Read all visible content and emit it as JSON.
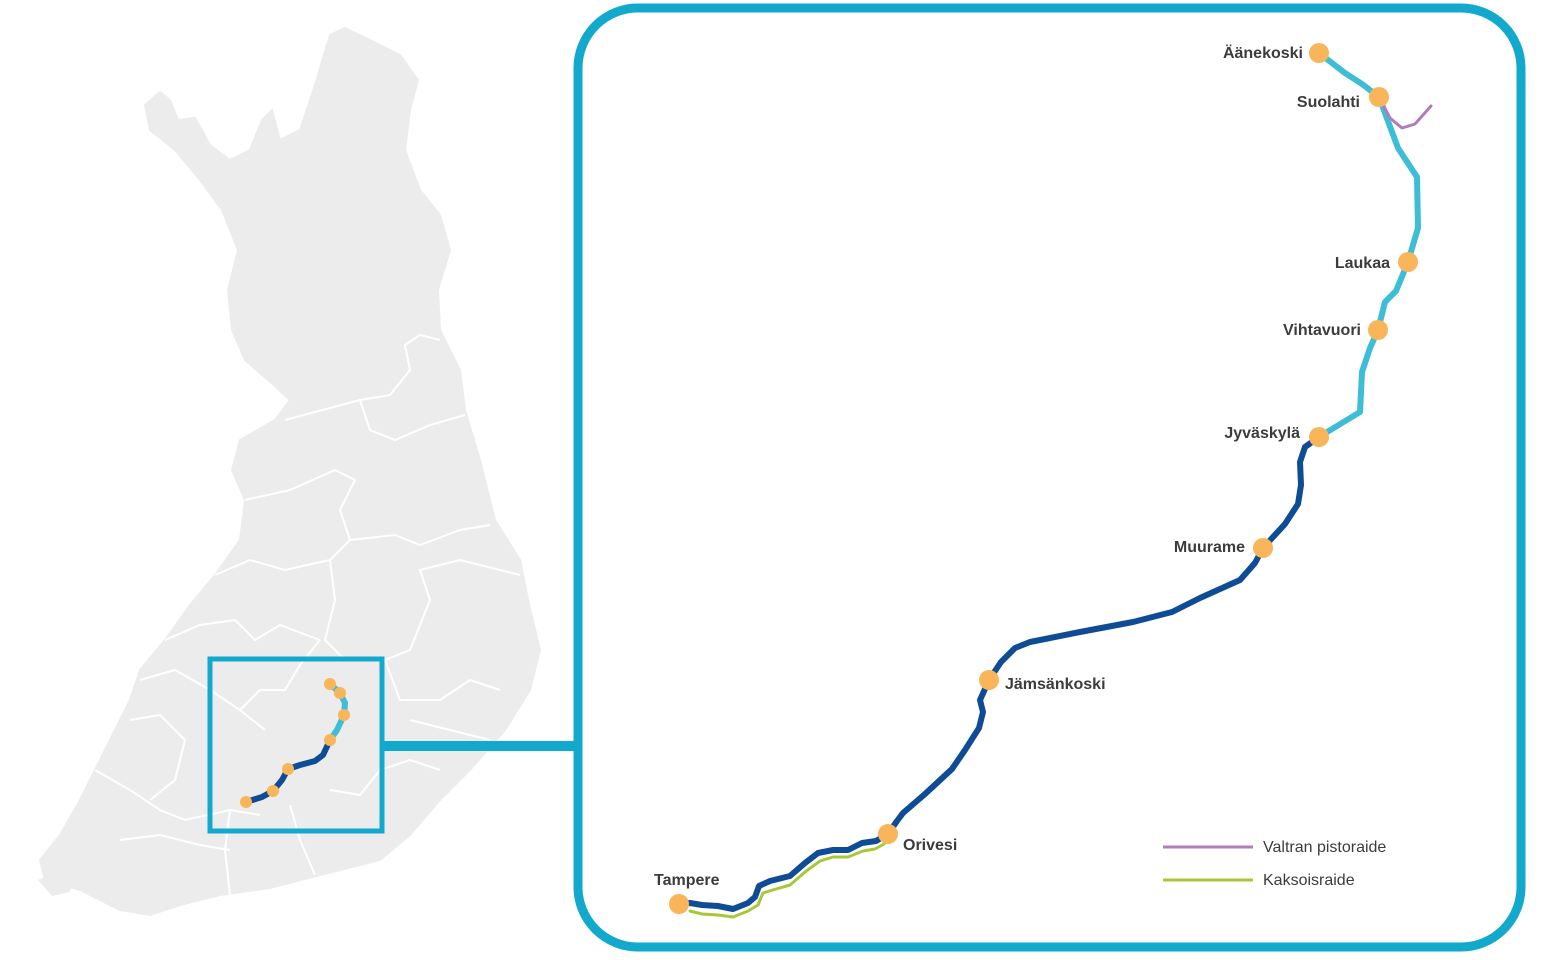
{
  "colors": {
    "land": "#ececec",
    "border": "#ffffff",
    "frame": "#12a9cc",
    "track_main": "#0e4c96",
    "track_north": "#3dbdd6",
    "valtra_spur": "#b07cbb",
    "double_track": "#a8c83a",
    "station": "#f8b559"
  },
  "stations": [
    {
      "id": "aanekoski",
      "name": "Äänekoski"
    },
    {
      "id": "suolahti",
      "name": "Suolahti"
    },
    {
      "id": "laukaa",
      "name": "Laukaa"
    },
    {
      "id": "vihtavuori",
      "name": "Vihtavuori"
    },
    {
      "id": "jyvaskyla",
      "name": "Jyväskylä"
    },
    {
      "id": "muurame",
      "name": "Muurame"
    },
    {
      "id": "jamsankoski",
      "name": "Jämsänkoski"
    },
    {
      "id": "orivesi",
      "name": "Orivesi"
    },
    {
      "id": "tampere",
      "name": "Tampere"
    }
  ],
  "legend": [
    {
      "id": "valtra",
      "label": "Valtran pistoraide",
      "color": "#b07cbb"
    },
    {
      "id": "double",
      "label": "Kaksoisraide",
      "color": "#a8c83a"
    }
  ]
}
